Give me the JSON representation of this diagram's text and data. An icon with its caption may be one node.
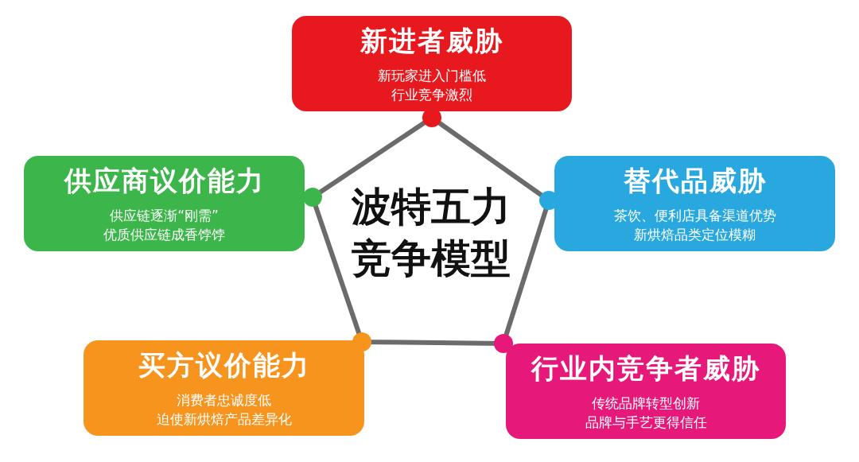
{
  "diagram": {
    "nodes": [
      {
        "text": [
          "新进者威胁",
          "新玩家进入门槛低",
          "行业竞争激烈"
        ]
      },
      {
        "text": [
          "供应商议价能力",
          "供应链逐渐“刚需”",
          "优质供应链成香饽饽"
        ]
      },
      {
        "text": [
          "波特五力竞争模型"
        ]
      },
      {
        "text": [
          "替代品威胁",
          "茶饮、便利店具备渠道优势",
          "新烘焙品类定位模糊"
        ]
      },
      {
        "text": [
          "买方议价能力",
          "消费者忠诚度低",
          "迫使新烘焙产品差异化"
        ]
      },
      {
        "text": [
          "行业内竞争者威胁",
          "传统品牌转型创新",
          "品牌与手艺更得信任"
        ]
      }
    ]
  }
}
